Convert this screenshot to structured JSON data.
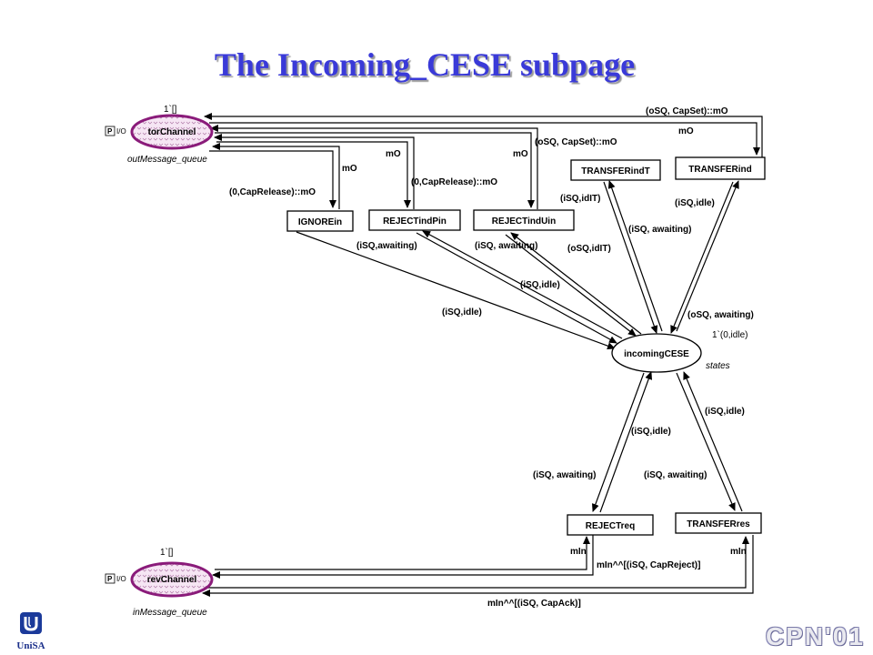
{
  "title": "The Incoming_CESE subpage",
  "places": {
    "torChannel": {
      "name": "torChannel",
      "type": "outMessage_queue",
      "init": "1`[]",
      "port_tag": "P",
      "port_kind": "I/O"
    },
    "revChannel": {
      "name": "revChannel",
      "type": "inMessage_queue",
      "init": "1`[]",
      "port_tag": "P",
      "port_kind": "I/O"
    },
    "incomingCESE": {
      "name": "incomingCESE",
      "type": "states",
      "init": "1`(0,idle)"
    }
  },
  "transitions": {
    "ignore": "IGNOREin",
    "rejectP": "REJECTindPin",
    "rejectU": "REJECTindUin",
    "transferT": "TRANSFERindT",
    "transfer": "TRANSFERind",
    "rejectReq": "REJECTreq",
    "transferRes": "TRANSFERres"
  },
  "arc_labels": {
    "a1": "(oSQ, CapSet)::mO",
    "a2": "mO",
    "a3": "mO",
    "a4": "mO",
    "a5": "(oSQ, CapSet)::mO",
    "a6": "mO",
    "a7": "(0,CapRelease)::mO",
    "a8": "(0,CapRelease)::mO",
    "a9": "(iSQ,idIT)",
    "a10": "(iSQ,idle)",
    "a11": "(iSQ, awaiting)",
    "a12": "(iSQ,awaiting)",
    "a13": "(iSQ, awaiting)",
    "a14": "(oSQ,idIT)",
    "a15": "(iSQ,idle)",
    "a16": "(iSQ,idle)",
    "a17": "(oSQ, awaiting)",
    "a18": "(iSQ,idle)",
    "a19": "(iSQ,idle)",
    "a20": "(iSQ, awaiting)",
    "a21": "(iSQ, awaiting)",
    "a22": "mIn",
    "a23": "mIn^^[(iSQ, CapReject)]",
    "a24": "mIn",
    "a25": "mIn^^[(iSQ, CapAck)]"
  },
  "logos": {
    "unisa": "UniSA",
    "cpn": "CPN'01"
  }
}
